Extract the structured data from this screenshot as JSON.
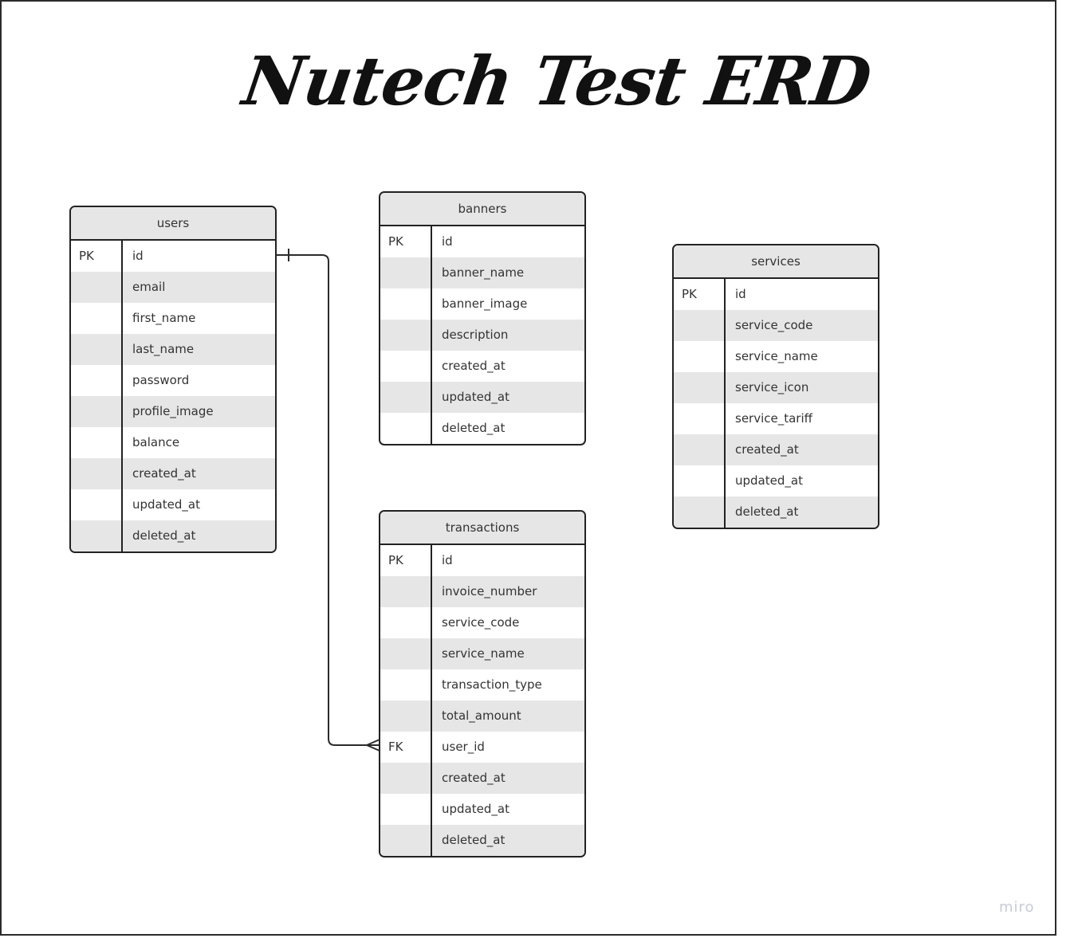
{
  "title": "Nutech Test ERD",
  "watermark": "miro",
  "tables": {
    "users": {
      "name": "users",
      "rows": [
        {
          "key": "PK",
          "col": "id"
        },
        {
          "key": "",
          "col": "email"
        },
        {
          "key": "",
          "col": "first_name"
        },
        {
          "key": "",
          "col": "last_name"
        },
        {
          "key": "",
          "col": "password"
        },
        {
          "key": "",
          "col": "profile_image"
        },
        {
          "key": "",
          "col": "balance"
        },
        {
          "key": "",
          "col": "created_at"
        },
        {
          "key": "",
          "col": "updated_at"
        },
        {
          "key": "",
          "col": "deleted_at"
        }
      ]
    },
    "banners": {
      "name": "banners",
      "rows": [
        {
          "key": "PK",
          "col": "id"
        },
        {
          "key": "",
          "col": "banner_name"
        },
        {
          "key": "",
          "col": "banner_image"
        },
        {
          "key": "",
          "col": "description"
        },
        {
          "key": "",
          "col": "created_at"
        },
        {
          "key": "",
          "col": "updated_at"
        },
        {
          "key": "",
          "col": "deleted_at"
        }
      ]
    },
    "services": {
      "name": "services",
      "rows": [
        {
          "key": "PK",
          "col": "id"
        },
        {
          "key": "",
          "col": "service_code"
        },
        {
          "key": "",
          "col": "service_name"
        },
        {
          "key": "",
          "col": "service_icon"
        },
        {
          "key": "",
          "col": "service_tariff"
        },
        {
          "key": "",
          "col": "created_at"
        },
        {
          "key": "",
          "col": "updated_at"
        },
        {
          "key": "",
          "col": "deleted_at"
        }
      ]
    },
    "transactions": {
      "name": "transactions",
      "rows": [
        {
          "key": "PK",
          "col": "id"
        },
        {
          "key": "",
          "col": "invoice_number"
        },
        {
          "key": "",
          "col": "service_code"
        },
        {
          "key": "",
          "col": "service_name"
        },
        {
          "key": "",
          "col": "transaction_type"
        },
        {
          "key": "",
          "col": "total_amount"
        },
        {
          "key": "FK",
          "col": "user_id"
        },
        {
          "key": "",
          "col": "created_at"
        },
        {
          "key": "",
          "col": "updated_at"
        },
        {
          "key": "",
          "col": "deleted_at"
        }
      ]
    }
  },
  "relationships": [
    {
      "from": "users.id",
      "to": "transactions.user_id",
      "from_cardinality": "one",
      "to_cardinality": "many"
    }
  ]
}
